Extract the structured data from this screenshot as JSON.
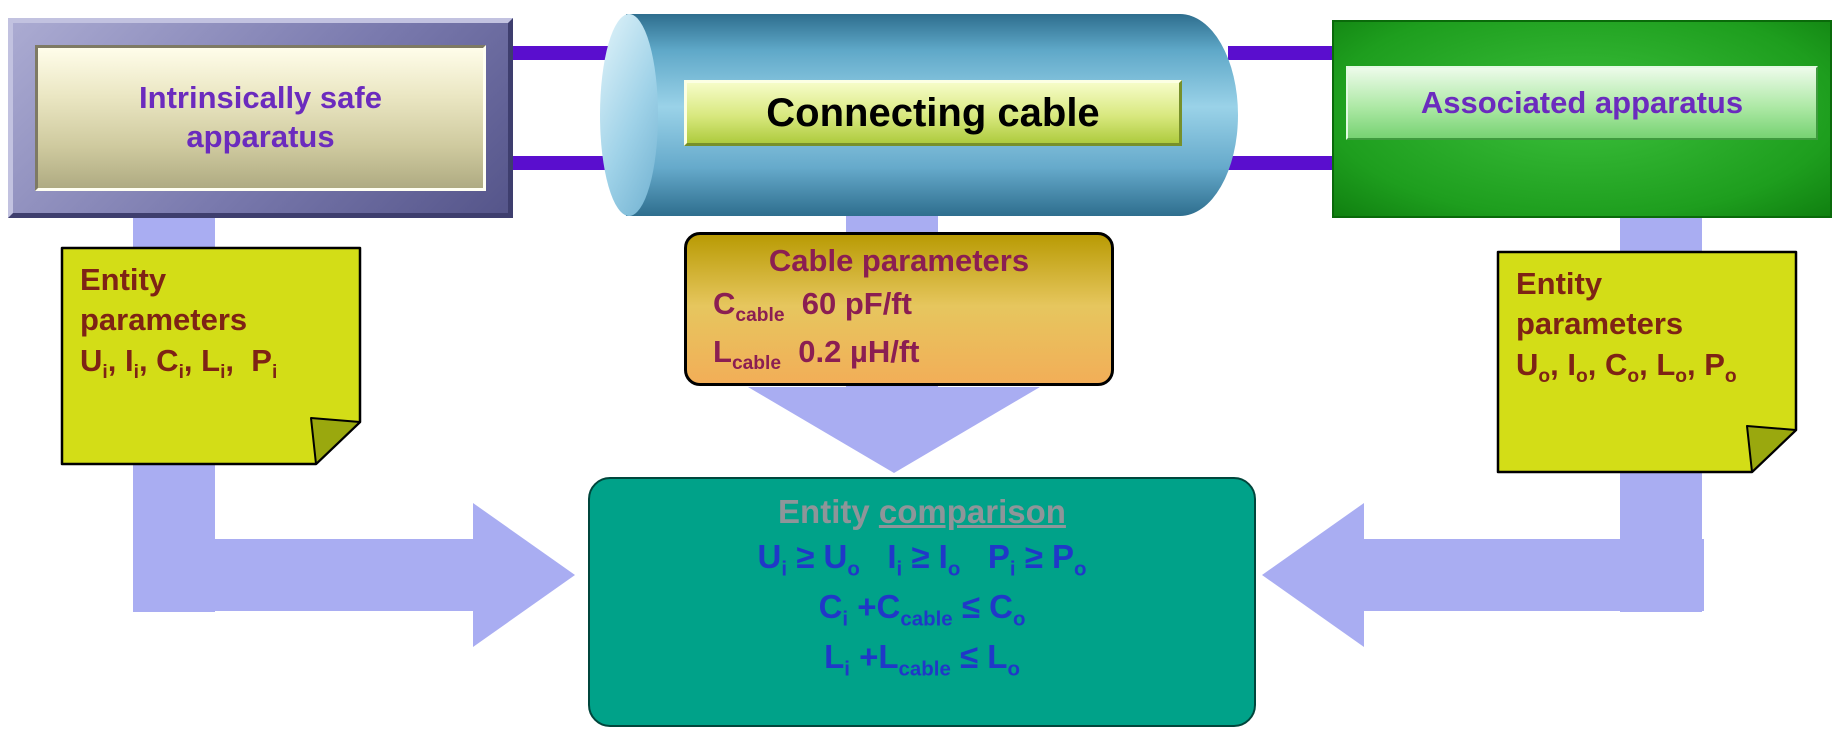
{
  "colors": {
    "connector_purple": "#5A0ECE",
    "arrow_lavender": "#A9ADF2",
    "comparison_teal": "#00A289",
    "note_yellow": "#D3DD17",
    "formula_blue": "#2038C8",
    "note_text_maroon": "#7E2315",
    "cable_text_magenta": "#8B1E52",
    "apparatus_label_purple": "#6B2BBE"
  },
  "apparatus_left": {
    "label": "Intrinsically safe apparatus"
  },
  "cable": {
    "label": "Connecting cable"
  },
  "apparatus_right": {
    "label": "Associated apparatus"
  },
  "notes": {
    "left": {
      "title": "Entity parameters",
      "params": [
        {
          "t": "U",
          "s": "i"
        },
        {
          "t": ", "
        },
        {
          "t": "I",
          "s": "i"
        },
        {
          "t": ", "
        },
        {
          "t": "C",
          "s": "i"
        },
        {
          "t": ", "
        },
        {
          "t": "L",
          "s": "i"
        },
        {
          "t": ",  "
        },
        {
          "t": "P",
          "s": "i"
        }
      ]
    },
    "right": {
      "title": "Entity parameters",
      "params": [
        {
          "t": "U",
          "s": "o"
        },
        {
          "t": ", "
        },
        {
          "t": "I",
          "s": "o"
        },
        {
          "t": ", "
        },
        {
          "t": "C",
          "s": "o"
        },
        {
          "t": ", "
        },
        {
          "t": "L",
          "s": "o"
        },
        {
          "t": ", "
        },
        {
          "t": "P",
          "s": "o"
        }
      ]
    }
  },
  "cable_box": {
    "title": "Cable parameters",
    "rows": [
      [
        {
          "t": "C",
          "s": "cable"
        },
        {
          "t": "  60 pF/ft"
        }
      ],
      [
        {
          "t": "L",
          "s": "cable"
        },
        {
          "t": "  0.2 µH/ft"
        }
      ]
    ]
  },
  "comparison": {
    "title_prefix": "Entity ",
    "title_underlined": "comparison",
    "lines": [
      [
        {
          "t": "U",
          "s": "i"
        },
        {
          "t": " ≥ "
        },
        {
          "t": "U",
          "s": "o"
        },
        {
          "t": "   "
        },
        {
          "t": "I",
          "s": "i"
        },
        {
          "t": " ≥ "
        },
        {
          "t": "I",
          "s": "o"
        },
        {
          "t": "   "
        },
        {
          "t": "P",
          "s": "i"
        },
        {
          "t": " ≥ "
        },
        {
          "t": "P",
          "s": "o"
        }
      ],
      [
        {
          "t": "C",
          "s": "i"
        },
        {
          "t": " +"
        },
        {
          "t": "C",
          "s": "cable"
        },
        {
          "t": " ≤ "
        },
        {
          "t": "C",
          "s": "o"
        }
      ],
      [
        {
          "t": "L",
          "s": "i"
        },
        {
          "t": " +"
        },
        {
          "t": "L",
          "s": "cable"
        },
        {
          "t": " ≤ "
        },
        {
          "t": "L",
          "s": "o"
        }
      ]
    ]
  }
}
